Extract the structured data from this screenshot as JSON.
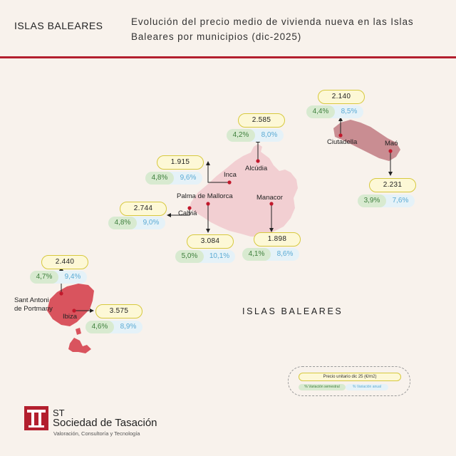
{
  "header": {
    "region": "ISLAS BALEARES",
    "title": "Evolución del precio medio de vivienda nueva en las Islas Baleares por municipios (dic-2025)"
  },
  "colors": {
    "accent_red": "#b31f2e",
    "mallorca_fill": "#f2cfd2",
    "menorca_fill": "#c98d92",
    "ibiza_fill": "#d9545e",
    "price_pill_border": "#d7c93e",
    "semestral_green": "#d8ead0",
    "annual_blue": "#e5f2f8"
  },
  "islands_label": "ISLAS BALEARES",
  "municipalities": [
    {
      "id": "ciutadella",
      "name": "Ciutadella",
      "price": "2.140",
      "semestral": "4,4%",
      "annual": "8,5%"
    },
    {
      "id": "mao",
      "name": "Maó",
      "price": "2.231",
      "semestral": "3,9%",
      "annual": "7,6%"
    },
    {
      "id": "alcudia",
      "name": "Alcúdia",
      "price": "2.585",
      "semestral": "4,2%",
      "annual": "8,0%"
    },
    {
      "id": "inca",
      "name": "Inca",
      "price": "1.915",
      "semestral": "4,8%",
      "annual": "9,6%"
    },
    {
      "id": "calvia",
      "name": "Calviá",
      "price": "2.744",
      "semestral": "4,8%",
      "annual": "9,0%"
    },
    {
      "id": "palma",
      "name": "Palma de Mallorca",
      "price": "3.084",
      "semestral": "5,0%",
      "annual": "10,1%"
    },
    {
      "id": "manacor",
      "name": "Manacor",
      "price": "1.898",
      "semestral": "4,1%",
      "annual": "8,6%"
    },
    {
      "id": "santantoni",
      "name": "Sant Antoni de Portmany",
      "price": "2.440",
      "semestral": "4,7%",
      "annual": "9,4%"
    },
    {
      "id": "ibiza",
      "name": "Ibiza",
      "price": "3.575",
      "semestral": "4,6%",
      "annual": "8,9%"
    }
  ],
  "legend": {
    "price_label": "Precio unitario dic 25 (€/m2)",
    "semestral_label": "% Variación semestral",
    "annual_label": "% Variación anual"
  },
  "logo": {
    "short": "ST",
    "name": "Sociedad de Tasación",
    "tagline": "Valoración, Consultoría y Tecnología"
  }
}
